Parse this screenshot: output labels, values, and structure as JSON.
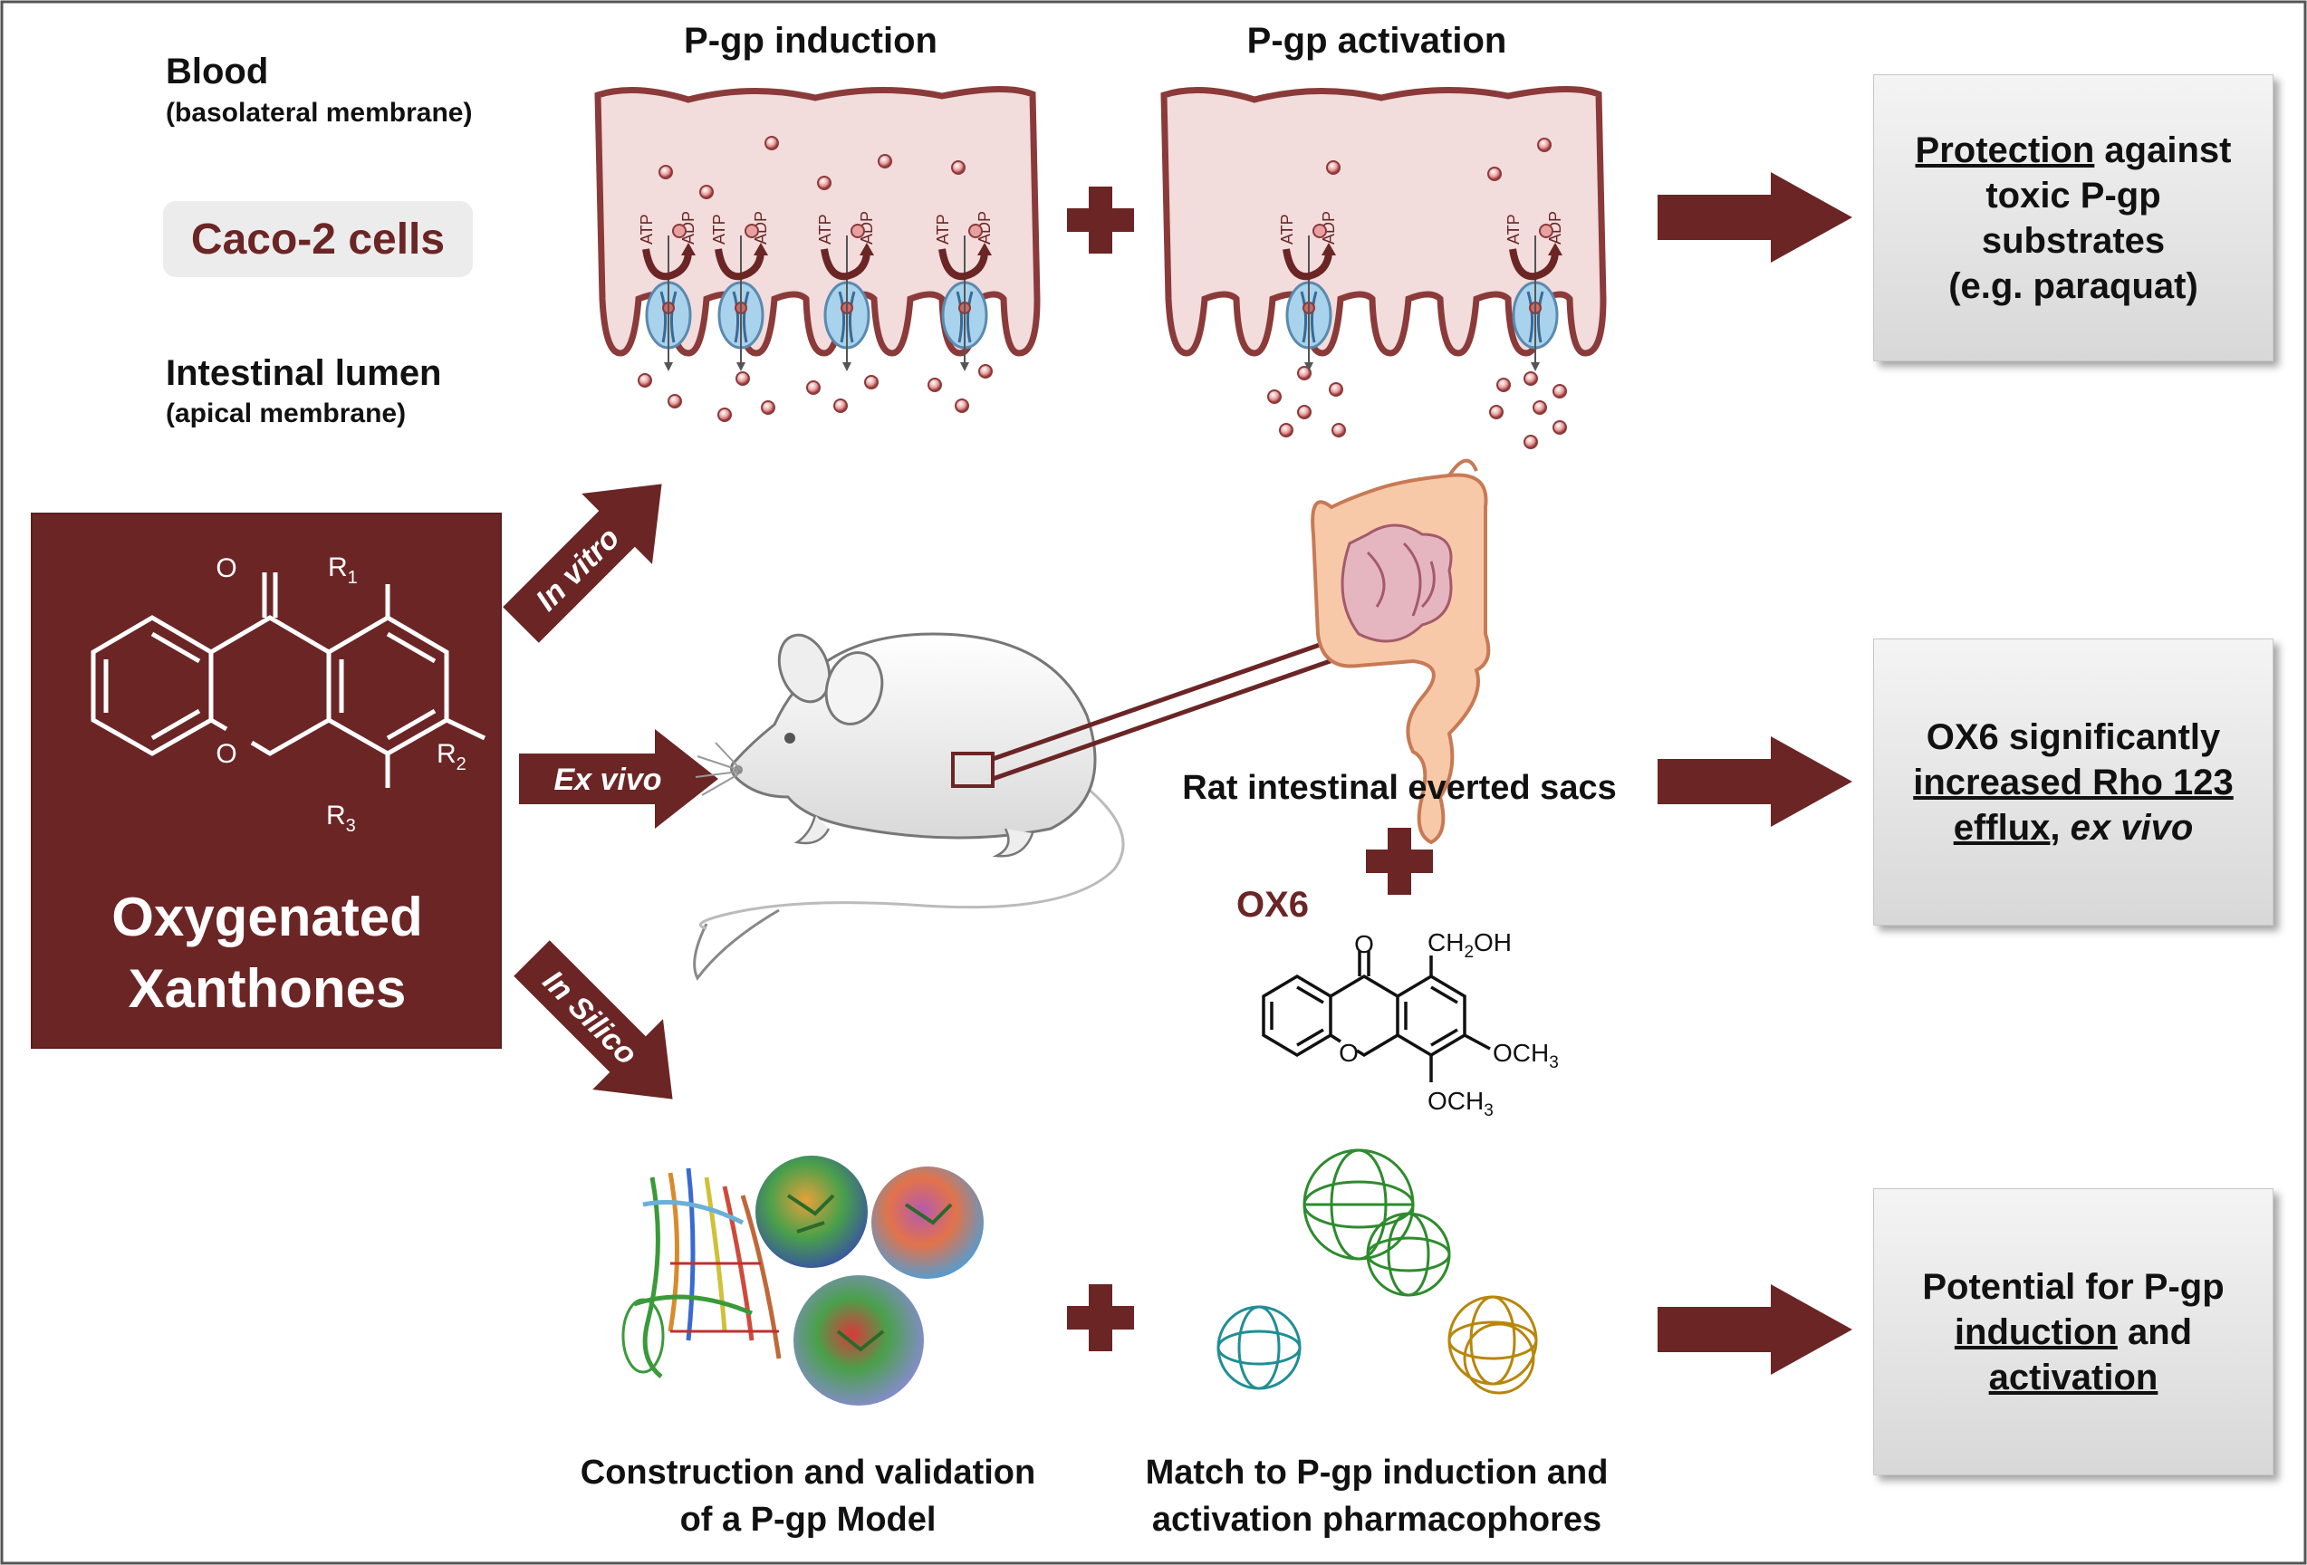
{
  "labels": {
    "blood": "Blood",
    "basolateral": "(basolateral membrane)",
    "caco2": "Caco-2 cells",
    "lumen": "Intestinal lumen",
    "apical": "(apical membrane)",
    "induction": "P-gp induction",
    "activation": "P-gp activation",
    "atp": "ATP",
    "adp": "ADP",
    "rat_sacs": "Rat intestinal everted sacs",
    "ox6": "OX6",
    "construction_1": "Construction and validation",
    "construction_2": "of a P-gp Model",
    "match_1": "Match to P-gp induction  and",
    "match_2": "activation pharmacophores"
  },
  "xanthone_box": {
    "line1": "Oxygenated",
    "line2": "Xanthones",
    "atoms": {
      "o_carbonyl": "O",
      "o_ring": "O",
      "r1": "R",
      "r1_sub": "1",
      "r2": "R",
      "r2_sub": "2",
      "r3": "R",
      "r3_sub": "3"
    }
  },
  "ox6_structure": {
    "o_carbonyl": "O",
    "o_ring": "O",
    "ch2oh_a": "CH",
    "ch2oh_sub": "2",
    "ch2oh_b": "OH",
    "och3_a": "OCH",
    "och3_sub": "3"
  },
  "arrows": {
    "in_vitro": "In vitro",
    "ex_vivo": "Ex vivo",
    "in_silico": "In Silico"
  },
  "outcomes": {
    "protection": {
      "u": "Protection",
      "l1": " against",
      "l2": "toxic P-gp",
      "l3": "substrates",
      "l4": "(e.g. paraquat)"
    },
    "ox6_result": {
      "l1": "OX6 significantly",
      "l2": "increased Rho 123",
      "l3u": "efflux",
      "l3b": ", ",
      "l3i": "ex vivo"
    },
    "potential": {
      "l1": "Potential for P-gp",
      "l2u": "induction",
      "l2b": " and",
      "l3u": "activation"
    }
  },
  "colors": {
    "maroon": "#6b2525",
    "cell_fill": "#f2dcdc",
    "cell_stroke": "#8b3a3a",
    "pgp_blue": "#a9d2ec",
    "green": "#2e8b2e",
    "cyan": "#1f8f95",
    "gold": "#b8860b"
  }
}
